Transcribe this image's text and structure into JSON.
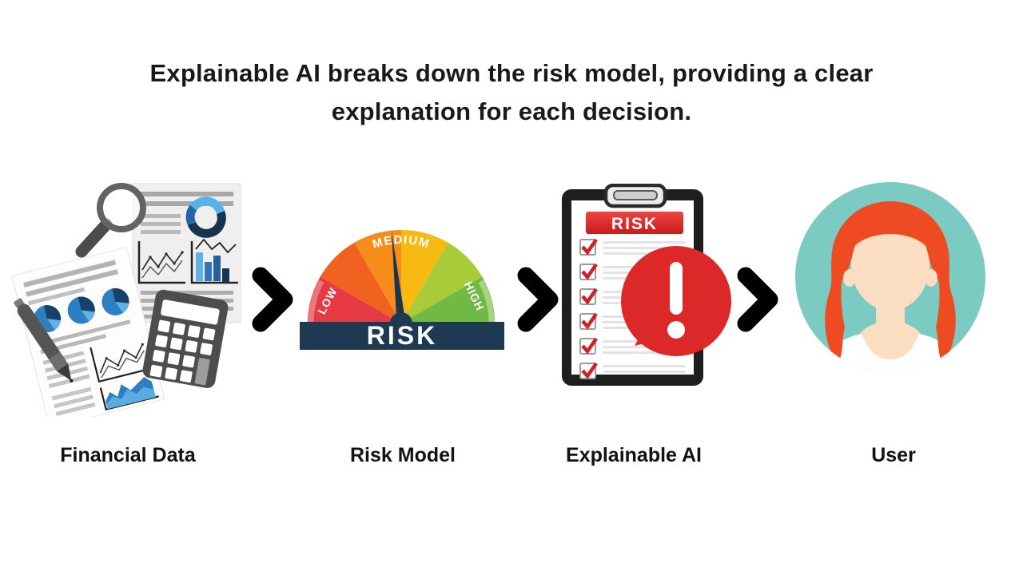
{
  "title": {
    "line1": "Explainable AI breaks down the risk model, providing a clear",
    "line2": "explanation for each decision.",
    "full_text": "Explainable AI breaks down the risk model, providing a clear explanation for each decision."
  },
  "flow": {
    "arrow_color": "#000000",
    "stages": [
      {
        "label": "Financial Data",
        "illustration": "financial-documents-with-charts-magnifier-calculator-pen"
      },
      {
        "label": "Risk Model",
        "illustration": "risk-gauge-meter",
        "gauge": {
          "caption": "RISK",
          "tick_labels": [
            "LOW",
            "MEDIUM",
            "HIGH"
          ],
          "segment_colors": [
            "#e63a44",
            "#f1611f",
            "#f68c1a",
            "#f7ba12",
            "#a9cb37",
            "#70b944"
          ],
          "bar_color": "#1d3a52",
          "needle_state": "pointing up, slightly left of MEDIUM"
        }
      },
      {
        "label": "Explainable AI",
        "illustration": "risk-checklist-clipboard-with-alert-bubble",
        "clipboard": {
          "header": "RISK",
          "header_color": "#d32222",
          "checked_items": 6,
          "alert_symbol": "!",
          "alert_color": "#dc2828"
        }
      },
      {
        "label": "User",
        "illustration": "female-user-avatar",
        "avatar": {
          "background_color": "#7ccbc3",
          "hair_color": "#ee4b22",
          "skin_color": "#fbddc2",
          "shirt_color": "#ffffff"
        }
      }
    ]
  }
}
